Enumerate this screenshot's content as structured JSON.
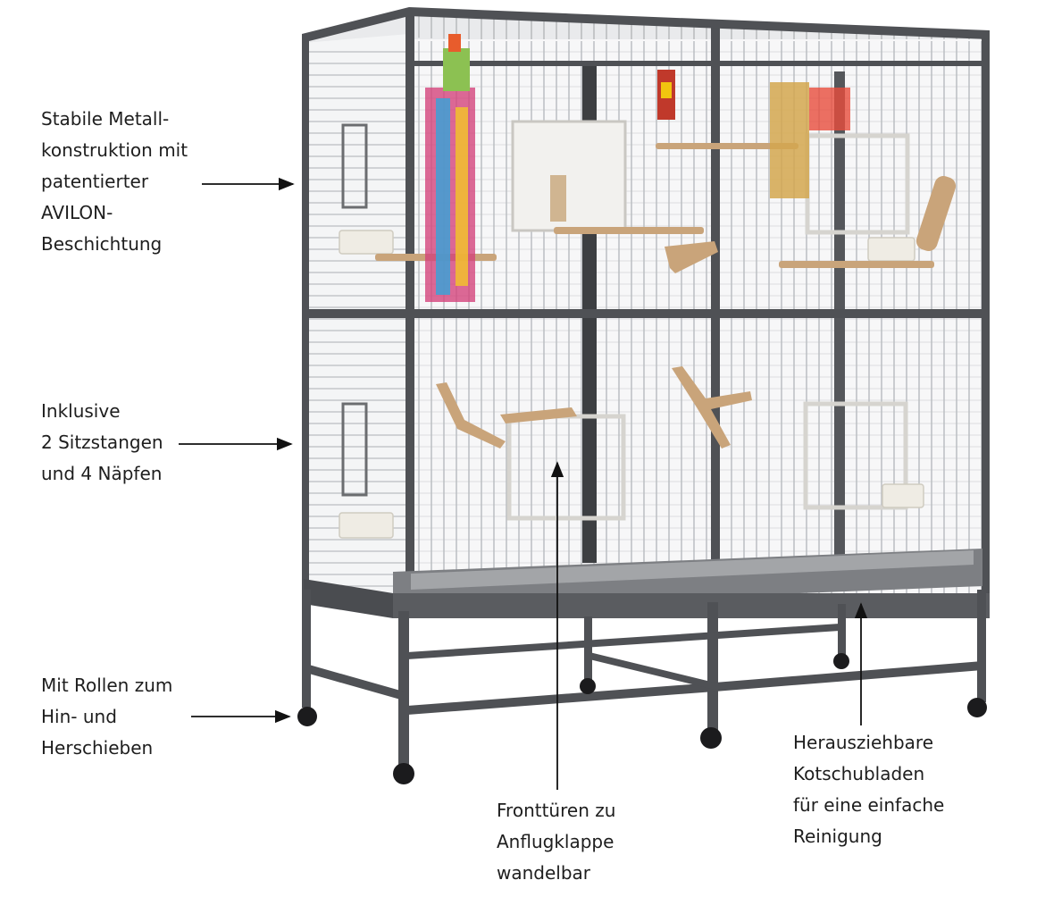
{
  "annotations": {
    "frame": {
      "lines": [
        "Stabile Metall-",
        "konstruktion mit",
        "patentierter",
        "AVILON-",
        "Beschichtung"
      ]
    },
    "perches": {
      "lines": [
        "Inklusive",
        "2 Sitzstangen",
        "und 4 Näpfen"
      ]
    },
    "wheels": {
      "lines": [
        "Mit Rollen zum",
        "Hin- und",
        "Herschieben"
      ]
    },
    "doors": {
      "lines": [
        "Fronttüren zu",
        "Anflugklappe",
        "wandelbar"
      ]
    },
    "drawers": {
      "lines": [
        "Herausziehbare",
        "Kotschubladen",
        "für eine einfache",
        "Reinigung"
      ]
    }
  },
  "colors": {
    "frame": "#4f5155",
    "wire": "#b9bcc0",
    "wood": "#c9a47a",
    "tray": "#7d7f83",
    "background": "#ffffff"
  }
}
